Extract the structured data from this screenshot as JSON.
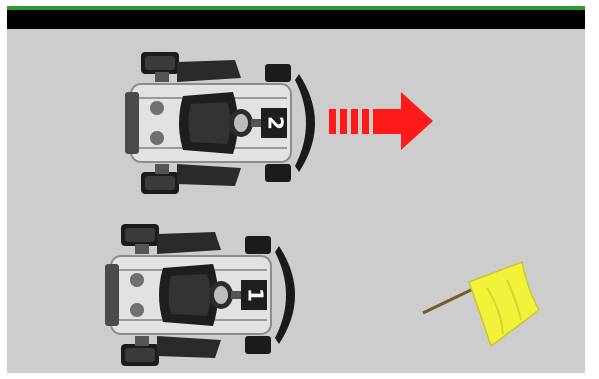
{
  "scene": {
    "background_color": "#cdcdcd",
    "top_accent_color": "#2e9a2e",
    "top_bar_color": "#000000"
  },
  "karts": [
    {
      "number": "2",
      "position": "rear",
      "icon": "go-kart-icon"
    },
    {
      "number": "1",
      "position": "front",
      "icon": "go-kart-icon"
    }
  ],
  "overtake_arrow": {
    "icon": "right-arrow-icon",
    "color": "#ff1a1a"
  },
  "flag": {
    "icon": "yellow-flag-icon",
    "color": "#f2f23a"
  }
}
